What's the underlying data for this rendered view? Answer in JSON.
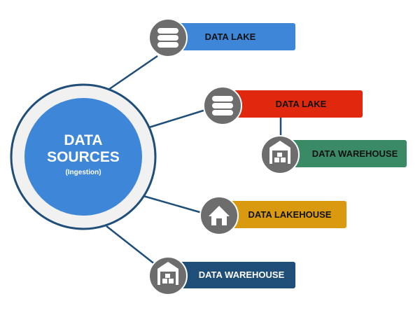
{
  "hub": {
    "title_line1": "DATA",
    "title_line2": "SOURCES",
    "subtitle": "(Ingestion)",
    "fill_color": "#3d86d8",
    "ring_color": "#f1f1f1",
    "border_color": "#1f4e79"
  },
  "connector_color": "#1f4e79",
  "icon_circle_color": "#6d6d6d",
  "nodes": [
    {
      "id": "data-lake-1",
      "label": "DATA LAKE",
      "icon": "database-icon",
      "color": "#3d86d8",
      "text_color": "#111111"
    },
    {
      "id": "data-lake-2",
      "label": "DATA LAKE",
      "icon": "database-icon",
      "color": "#e0280f",
      "text_color": "#111111"
    },
    {
      "id": "data-warehouse-1",
      "label": "DATA WAREHOUSE",
      "icon": "warehouse-icon",
      "color": "#3a8a65",
      "text_color": "#111111"
    },
    {
      "id": "data-lakehouse",
      "label": "DATA LAKEHOUSE",
      "icon": "house-icon",
      "color": "#d99a10",
      "text_color": "#111111"
    },
    {
      "id": "data-warehouse-2",
      "label": "DATA WAREHOUSE",
      "icon": "warehouse-icon",
      "color": "#1f4e79",
      "text_color": "#ffffff"
    }
  ]
}
